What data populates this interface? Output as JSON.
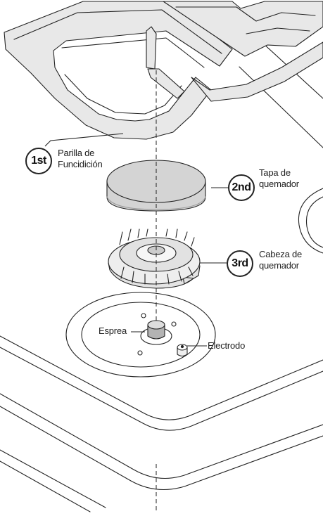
{
  "labels": {
    "grate_line1": "Parilla de",
    "grate_line2": "Funcidición",
    "cap_line1": "Tapa de",
    "cap_line2": "quemador",
    "head_line1": "Cabeza de",
    "head_line2": "quemador",
    "nozzle": "Esprea",
    "electrode": "Electrodo"
  },
  "steps": {
    "first": "1st",
    "second": "2nd",
    "third": "3rd"
  },
  "colors": {
    "line": "#222222",
    "grate_fill": "#e8e8e8",
    "cap_fill": "#d4d4d4",
    "nozzle_fill": "#b3b3b3"
  }
}
